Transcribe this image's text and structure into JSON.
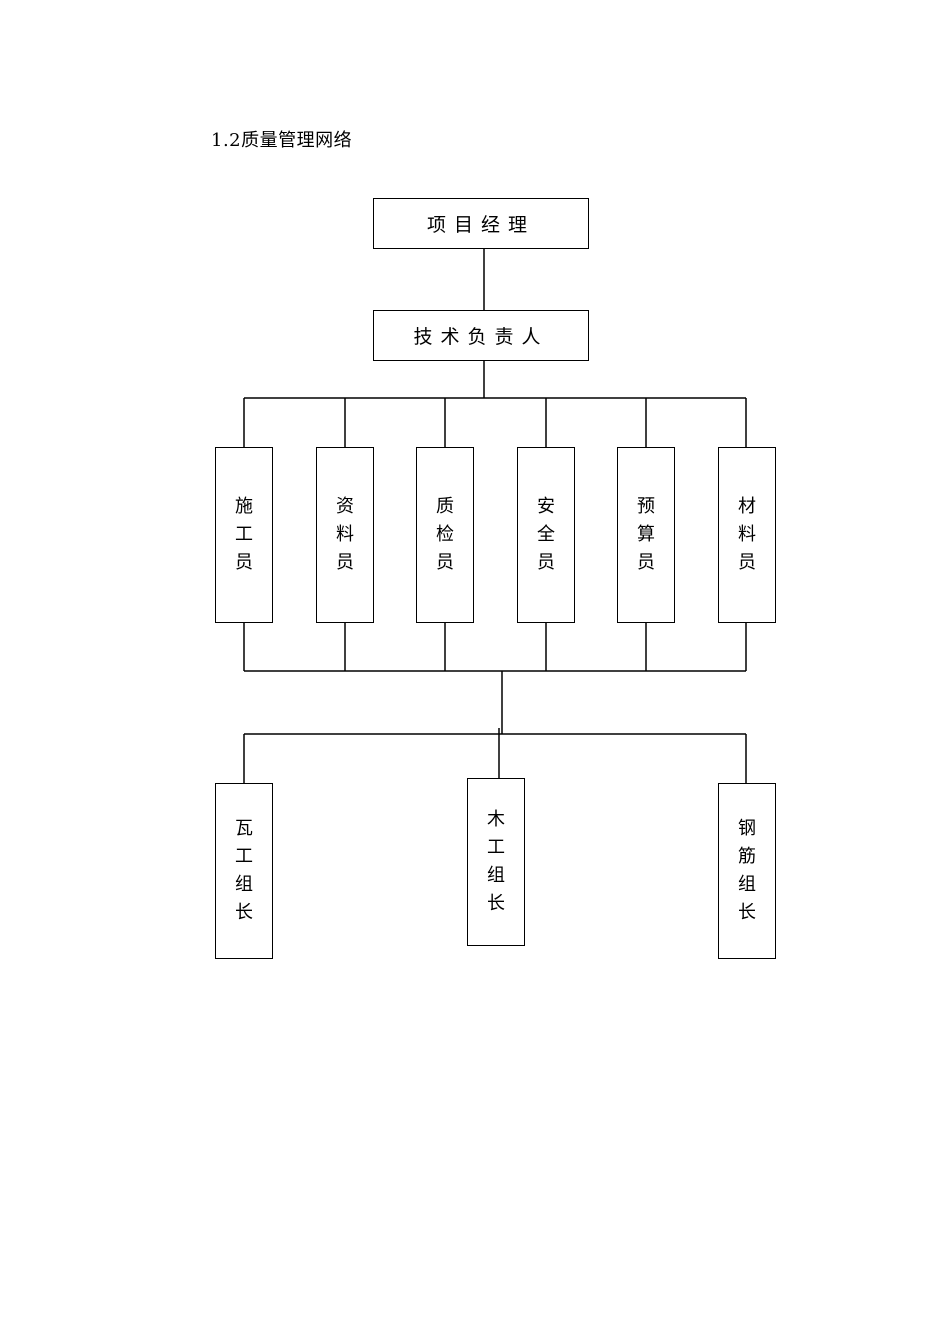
{
  "heading": "1.2质量管理网络",
  "top": "项目经理",
  "second": "技术负责人",
  "staff": [
    "施工员",
    "资料员",
    "质检员",
    "安全员",
    "预算员",
    "材料员"
  ],
  "leaders": [
    "瓦工组长",
    "木工组长",
    "钢筋组长"
  ]
}
